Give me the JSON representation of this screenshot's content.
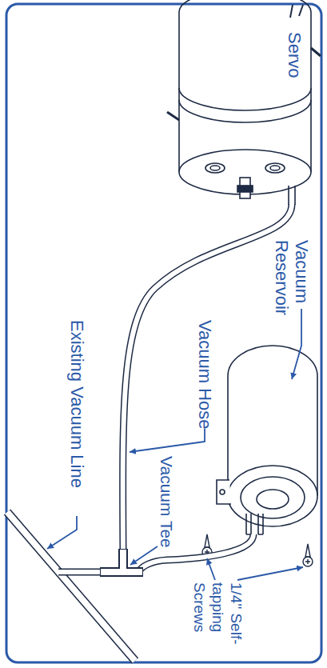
{
  "diagram": {
    "labels": [
      "Servo",
      "Vacuum Reservoir",
      "Vacuum Hose",
      "Existing Vacuum Line",
      "1/4\" Self-tapping Screws",
      "Vacuum Tee"
    ]
  }
}
